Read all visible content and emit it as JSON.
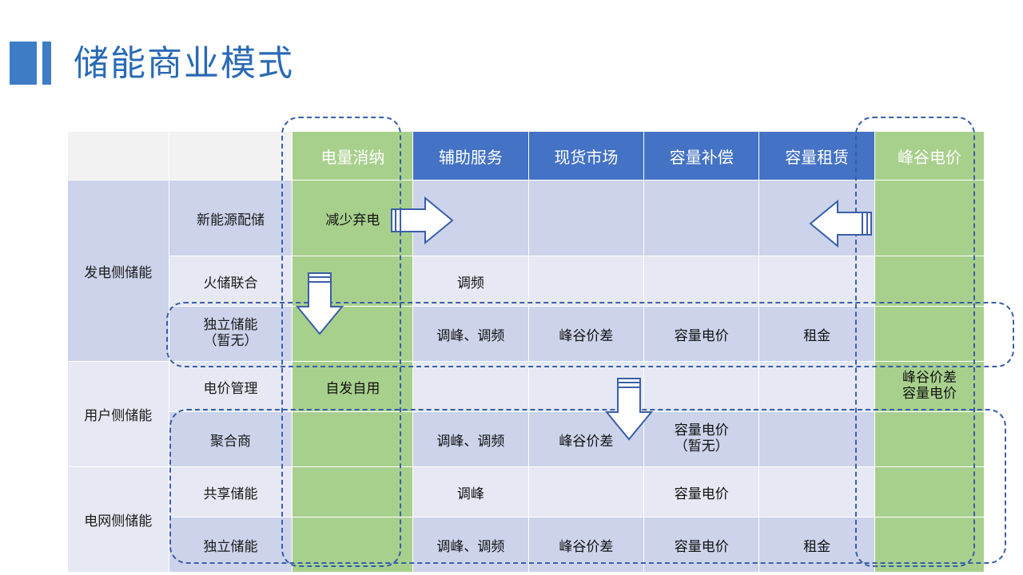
{
  "slide": {
    "title": "储能商业模式",
    "accent_color": "#3e7cc6",
    "title_color": "#2a6ab5",
    "header_blue": "#4472c4",
    "highlight_green": "#a8d08d",
    "row_dark": "#ccd3ea",
    "row_light": "#e6e9f3",
    "dash_color": "#3a5fa8"
  },
  "table": {
    "header": {
      "blank_group": "",
      "blank_sub": "",
      "columns": [
        {
          "label": "电量消纳",
          "style": "green"
        },
        {
          "label": "辅助服务",
          "style": "blue"
        },
        {
          "label": "现货市场",
          "style": "blue"
        },
        {
          "label": "容量补偿",
          "style": "blue"
        },
        {
          "label": "容量租赁",
          "style": "blue"
        },
        {
          "label": "峰谷电价",
          "style": "green"
        }
      ]
    },
    "groups": [
      {
        "name": "发电侧储能",
        "bold": false,
        "rows": [
          {
            "sub": "新能源配储",
            "sub_bold": false,
            "tone": "dark",
            "cells": [
              "减少弃电",
              "",
              "",
              "",
              "",
              ""
            ]
          },
          {
            "sub": "火储联合",
            "sub_bold": false,
            "tone": "light",
            "cells": [
              "",
              "调频",
              "",
              "",
              "",
              ""
            ]
          },
          {
            "sub": "独立储能\n（暂无）",
            "sub_bold": true,
            "tone": "dark",
            "cells": [
              "",
              "调峰、调频",
              "峰谷价差",
              "容量电价",
              "租金",
              ""
            ]
          }
        ]
      },
      {
        "name": "用户侧储能",
        "bold": false,
        "rows": [
          {
            "sub": "电价管理",
            "sub_bold": false,
            "tone": "light",
            "cells": [
              "自发自用",
              "",
              "",
              "",
              "",
              "峰谷价差\n容量电价"
            ]
          },
          {
            "sub": "聚合商",
            "sub_bold": true,
            "tone": "dark",
            "cells": [
              "",
              "调峰、调频",
              "峰谷价差",
              "容量电价\n（暂无）",
              "",
              ""
            ]
          }
        ]
      },
      {
        "name": "电网侧储能",
        "bold": true,
        "rows": [
          {
            "sub": "共享储能",
            "sub_bold": true,
            "tone": "light",
            "cells": [
              "",
              "调峰",
              "",
              "容量电价",
              "",
              ""
            ]
          },
          {
            "sub": "独立储能",
            "sub_bold": true,
            "tone": "dark",
            "cells": [
              "",
              "调峰、调频",
              "峰谷价差",
              "容量电价",
              "租金",
              ""
            ]
          }
        ]
      }
    ]
  },
  "annotations": {
    "arrows": [
      {
        "name": "arrow-right-newenergy",
        "direction": "right"
      },
      {
        "name": "arrow-down-generation",
        "direction": "down"
      },
      {
        "name": "arrow-down-userside",
        "direction": "down"
      },
      {
        "name": "arrow-left-peakvalley",
        "direction": "left"
      }
    ],
    "highlight_boxes": [
      {
        "name": "dash-col-green-left",
        "target": "电量消纳"
      },
      {
        "name": "dash-col-green-right",
        "target": "峰谷电价"
      },
      {
        "name": "dash-row-indep-gen",
        "target": "独立储能（暂无）"
      },
      {
        "name": "dash-rows-aggregator",
        "target": "聚合商 / 共享储能 / 独立储能"
      }
    ]
  }
}
